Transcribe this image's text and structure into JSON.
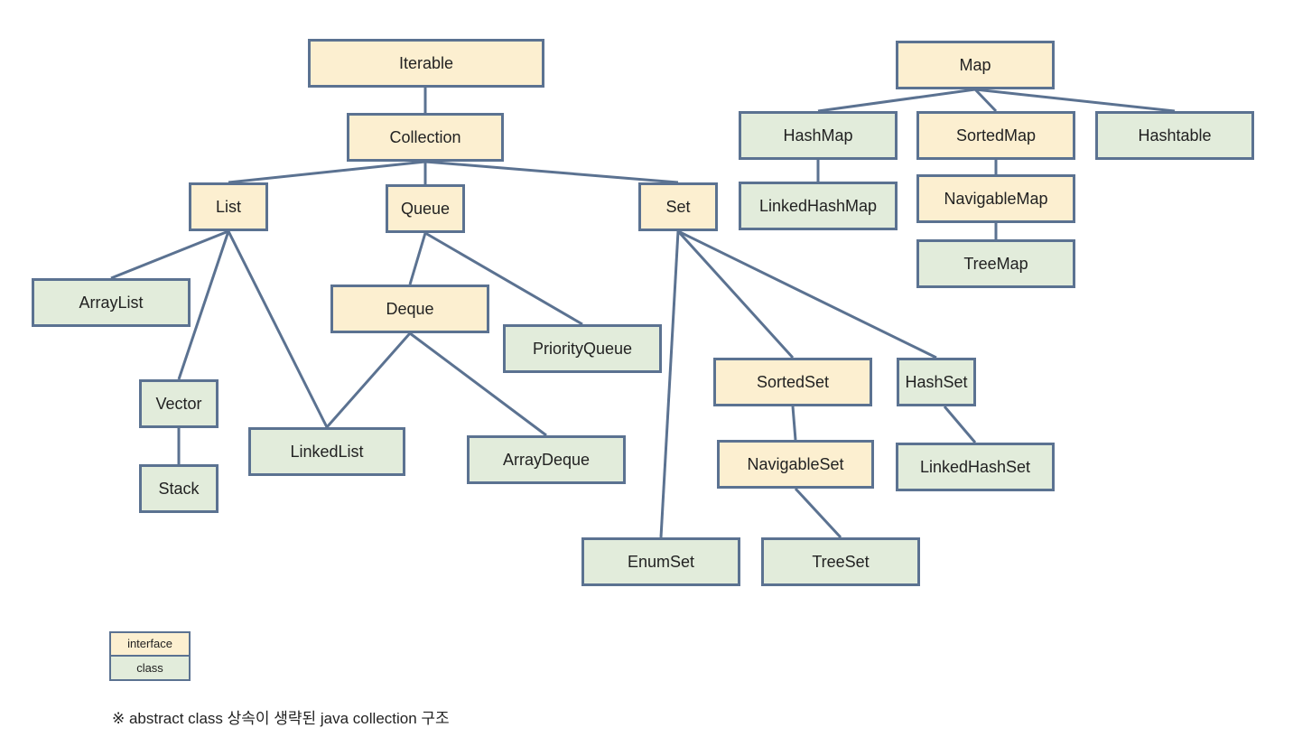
{
  "nodes": [
    {
      "id": "iterable",
      "label": "Iterable",
      "kind": "interface"
    },
    {
      "id": "collection",
      "label": "Collection",
      "kind": "interface"
    },
    {
      "id": "list",
      "label": "List",
      "kind": "interface"
    },
    {
      "id": "queue",
      "label": "Queue",
      "kind": "interface"
    },
    {
      "id": "set",
      "label": "Set",
      "kind": "interface"
    },
    {
      "id": "arraylist",
      "label": "ArrayList",
      "kind": "class"
    },
    {
      "id": "vector",
      "label": "Vector",
      "kind": "class"
    },
    {
      "id": "stack",
      "label": "Stack",
      "kind": "class"
    },
    {
      "id": "linkedlist",
      "label": "LinkedList",
      "kind": "class"
    },
    {
      "id": "deque",
      "label": "Deque",
      "kind": "interface"
    },
    {
      "id": "priorityqueue",
      "label": "PriorityQueue",
      "kind": "class"
    },
    {
      "id": "arraydeque",
      "label": "ArrayDeque",
      "kind": "class"
    },
    {
      "id": "enumset",
      "label": "EnumSet",
      "kind": "class"
    },
    {
      "id": "sortedset",
      "label": "SortedSet",
      "kind": "interface"
    },
    {
      "id": "navigableset",
      "label": "NavigableSet",
      "kind": "interface"
    },
    {
      "id": "treeset",
      "label": "TreeSet",
      "kind": "class"
    },
    {
      "id": "hashset",
      "label": "HashSet",
      "kind": "class"
    },
    {
      "id": "linkedhashset",
      "label": "LinkedHashSet",
      "kind": "class"
    },
    {
      "id": "map",
      "label": "Map",
      "kind": "interface"
    },
    {
      "id": "hashmap",
      "label": "HashMap",
      "kind": "class"
    },
    {
      "id": "sortedmap",
      "label": "SortedMap",
      "kind": "interface"
    },
    {
      "id": "hashtable",
      "label": "Hashtable",
      "kind": "class"
    },
    {
      "id": "linkedhashmap",
      "label": "LinkedHashMap",
      "kind": "class"
    },
    {
      "id": "navigablemap",
      "label": "NavigableMap",
      "kind": "interface"
    },
    {
      "id": "treemap",
      "label": "TreeMap",
      "kind": "class"
    }
  ],
  "edges": [
    [
      "iterable",
      "collection"
    ],
    [
      "collection",
      "list"
    ],
    [
      "collection",
      "queue"
    ],
    [
      "collection",
      "set"
    ],
    [
      "list",
      "arraylist"
    ],
    [
      "list",
      "vector"
    ],
    [
      "list",
      "linkedlist"
    ],
    [
      "vector",
      "stack"
    ],
    [
      "queue",
      "deque"
    ],
    [
      "queue",
      "priorityqueue"
    ],
    [
      "deque",
      "linkedlist"
    ],
    [
      "deque",
      "arraydeque"
    ],
    [
      "set",
      "enumset"
    ],
    [
      "set",
      "sortedset"
    ],
    [
      "set",
      "hashset"
    ],
    [
      "sortedset",
      "navigableset"
    ],
    [
      "navigableset",
      "treeset"
    ],
    [
      "hashset",
      "linkedhashset"
    ],
    [
      "map",
      "hashmap"
    ],
    [
      "map",
      "sortedmap"
    ],
    [
      "map",
      "hashtable"
    ],
    [
      "hashmap",
      "linkedhashmap"
    ],
    [
      "sortedmap",
      "navigablemap"
    ],
    [
      "navigablemap",
      "treemap"
    ]
  ],
  "legend": {
    "interface": "interface",
    "class": "class"
  },
  "note": "※ abstract class 상속이 생략된 java collection 구조",
  "colors": {
    "interface": "#fcefd0",
    "class": "#e2ecdb",
    "border": "#5b7291",
    "edge": "#5b7291"
  }
}
